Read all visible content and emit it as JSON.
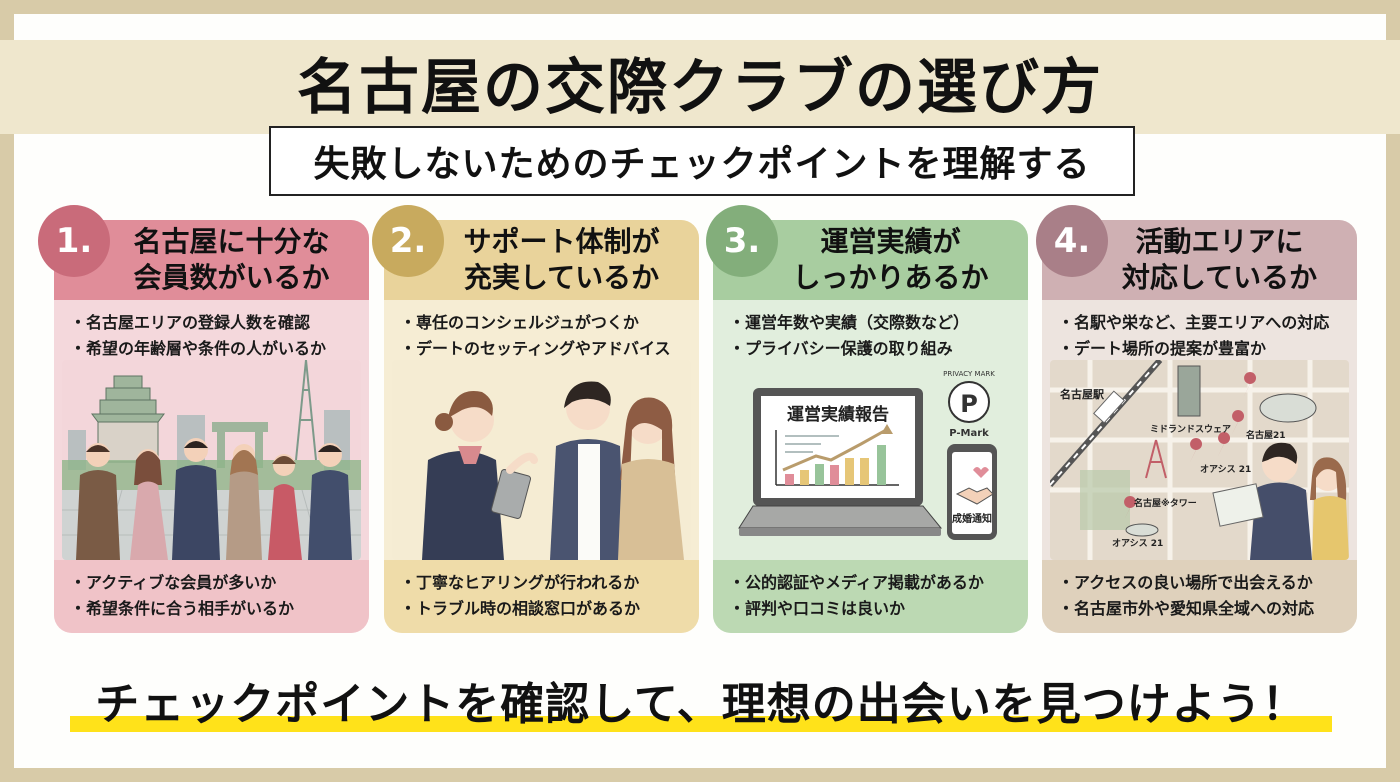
{
  "header": {
    "title": "名古屋の交際クラブの選び方",
    "subtitle": "失敗しないためのチェックポイントを理解する"
  },
  "colors": {
    "frame": "#d8cba8",
    "title_band": "#efe7cd",
    "highlight": "#ffe21a",
    "card1_head": "#e08d99",
    "card1_body": "#f4d8dc",
    "card1_foot": "#f0c3c8",
    "card1_badge": "#c96b7a",
    "card2_head": "#e9d39b",
    "card2_body": "#f6edd4",
    "card2_foot": "#efdca9",
    "card2_badge": "#c8aa5e",
    "card3_head": "#a8cda0",
    "card3_body": "#e1eedd",
    "card3_foot": "#bcd9b3",
    "card3_badge": "#83ae7b",
    "card4_head": "#cfb0b3",
    "card4_body": "#ede4df",
    "card4_foot": "#dfd1bc",
    "card4_badge": "#a97f88"
  },
  "cards": [
    {
      "number": "1.",
      "title_line1": "名古屋に十分な",
      "title_line2": "会員数がいるか",
      "points_top": [
        "・名古屋エリアの登録人数を確認",
        "・希望の年齢層や条件の人がいるか"
      ],
      "illustration": "group-of-members-nagoya-skyline",
      "points_bottom": [
        "・アクティブな会員が多いか",
        "・希望条件に合う相手がいるか"
      ]
    },
    {
      "number": "2.",
      "title_line1": "サポート体制が",
      "title_line2": "充実しているか",
      "points_top": [
        "・専任のコンシェルジュがつくか",
        "・デートのセッティングやアドバイス"
      ],
      "illustration": "concierge-with-couple",
      "points_bottom": [
        "・丁寧なヒアリングが行われるか",
        "・トラブル時の相談窓口があるか"
      ]
    },
    {
      "number": "3.",
      "title_line1": "運営実績が",
      "title_line2": "しっかりあるか",
      "points_top": [
        "・運営年数や実績（交際数など）",
        "・プライバシー保護の取り組み"
      ],
      "illustration": "laptop-report-and-phone",
      "laptop_heading": "運営実績報告",
      "pmark_arc": "PRIVACY MARK",
      "pmark_label": "P-Mark",
      "phone_label": "成婚通知",
      "points_bottom": [
        "・公的認証やメディア掲載があるか",
        "・評判や口コミは良いか"
      ]
    },
    {
      "number": "4.",
      "title_line1": "活動エリアに",
      "title_line2": "対応しているか",
      "points_top": [
        "・名駅や栄など、主要エリアへの対応",
        "・デート場所の提案が豊富か"
      ],
      "illustration": "nagoya-map-with-couple",
      "map_labels": [
        "名古屋駅",
        "ミドランドスウェア",
        "名古屋21",
        "オアシス 21",
        "名古屋※タワー",
        "オアシス 21"
      ],
      "points_bottom": [
        "・アクセスの良い場所で出会えるか",
        "・名古屋市外や愛知県全域への対応"
      ]
    }
  ],
  "footer": {
    "cta": "チェックポイントを確認して、理想の出会いを見つけよう！"
  }
}
